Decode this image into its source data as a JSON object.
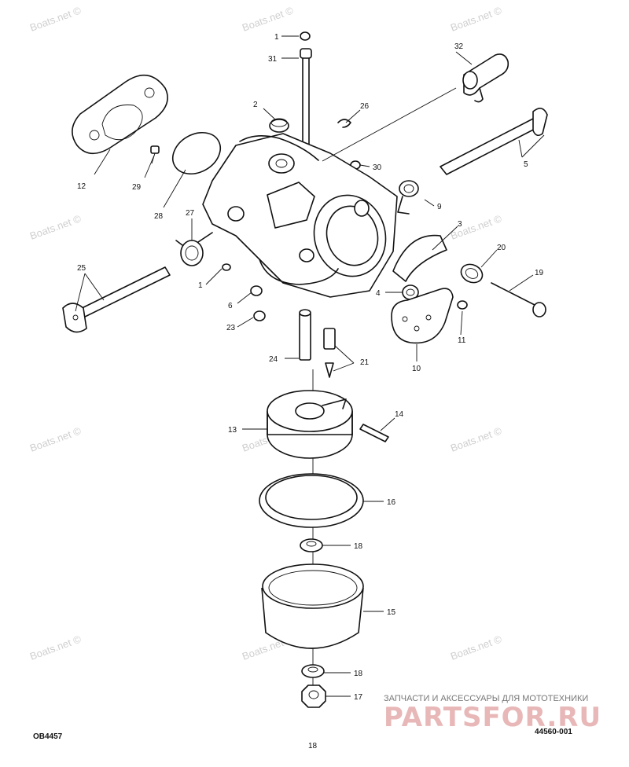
{
  "watermark": "Boats.net ©",
  "callouts": [
    "1",
    "31",
    "2",
    "26",
    "32",
    "12",
    "29",
    "28",
    "30",
    "5",
    "27",
    "9",
    "3",
    "20",
    "25",
    "1",
    "6",
    "4",
    "19",
    "23",
    "11",
    "10",
    "24",
    "21",
    "13",
    "14",
    "16",
    "18",
    "15",
    "18",
    "17"
  ],
  "drawing_code_left": "OB4457",
  "page_number": "18",
  "drawing_code_right": "44560-001",
  "shop": {
    "tagline": "ЗАПЧАСТИ И АКСЕССУАРЫ ДЛЯ МОТОТЕХНИКИ",
    "logo": "PARTSFOR.RU"
  }
}
